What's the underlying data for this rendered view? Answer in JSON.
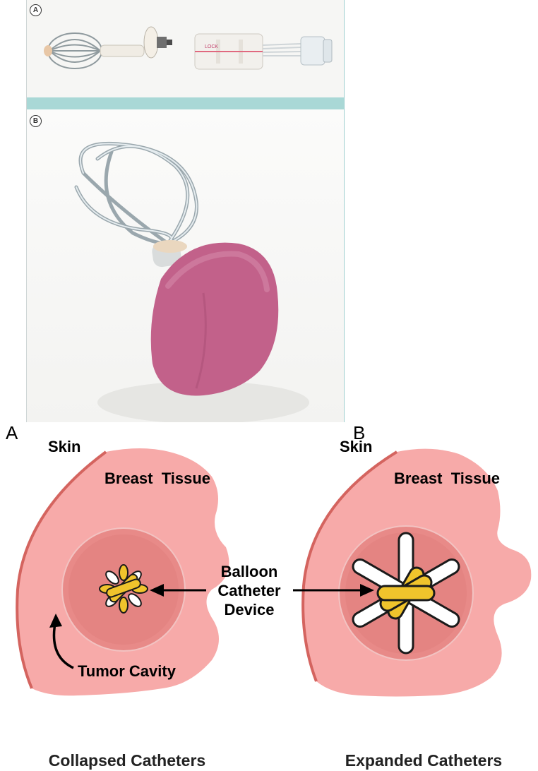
{
  "photo_panel": {
    "label_a": "A",
    "label_b": "B",
    "lock_text": "LOCK"
  },
  "figure_labels": {
    "left": "A",
    "right": "B"
  },
  "diagram": {
    "left": {
      "skin": "Skin",
      "tissue": "Breast  Tissue",
      "cavity": "Tumor Cavity",
      "caption": "Collapsed Catheters"
    },
    "center": {
      "line1": "Balloon",
      "line2": "Catheter",
      "line3": "Device"
    },
    "right": {
      "skin": "Skin",
      "tissue": "Breast  Tissue",
      "caption": "Expanded Catheters"
    }
  },
  "colors": {
    "tissue": "#f7aaa9",
    "skin_line": "#d4645f",
    "cavity": "#e88a88",
    "catheter_yellow": "#f0c42c",
    "teal": "#a9d8d6",
    "balloon_pink": "#c2618a"
  }
}
